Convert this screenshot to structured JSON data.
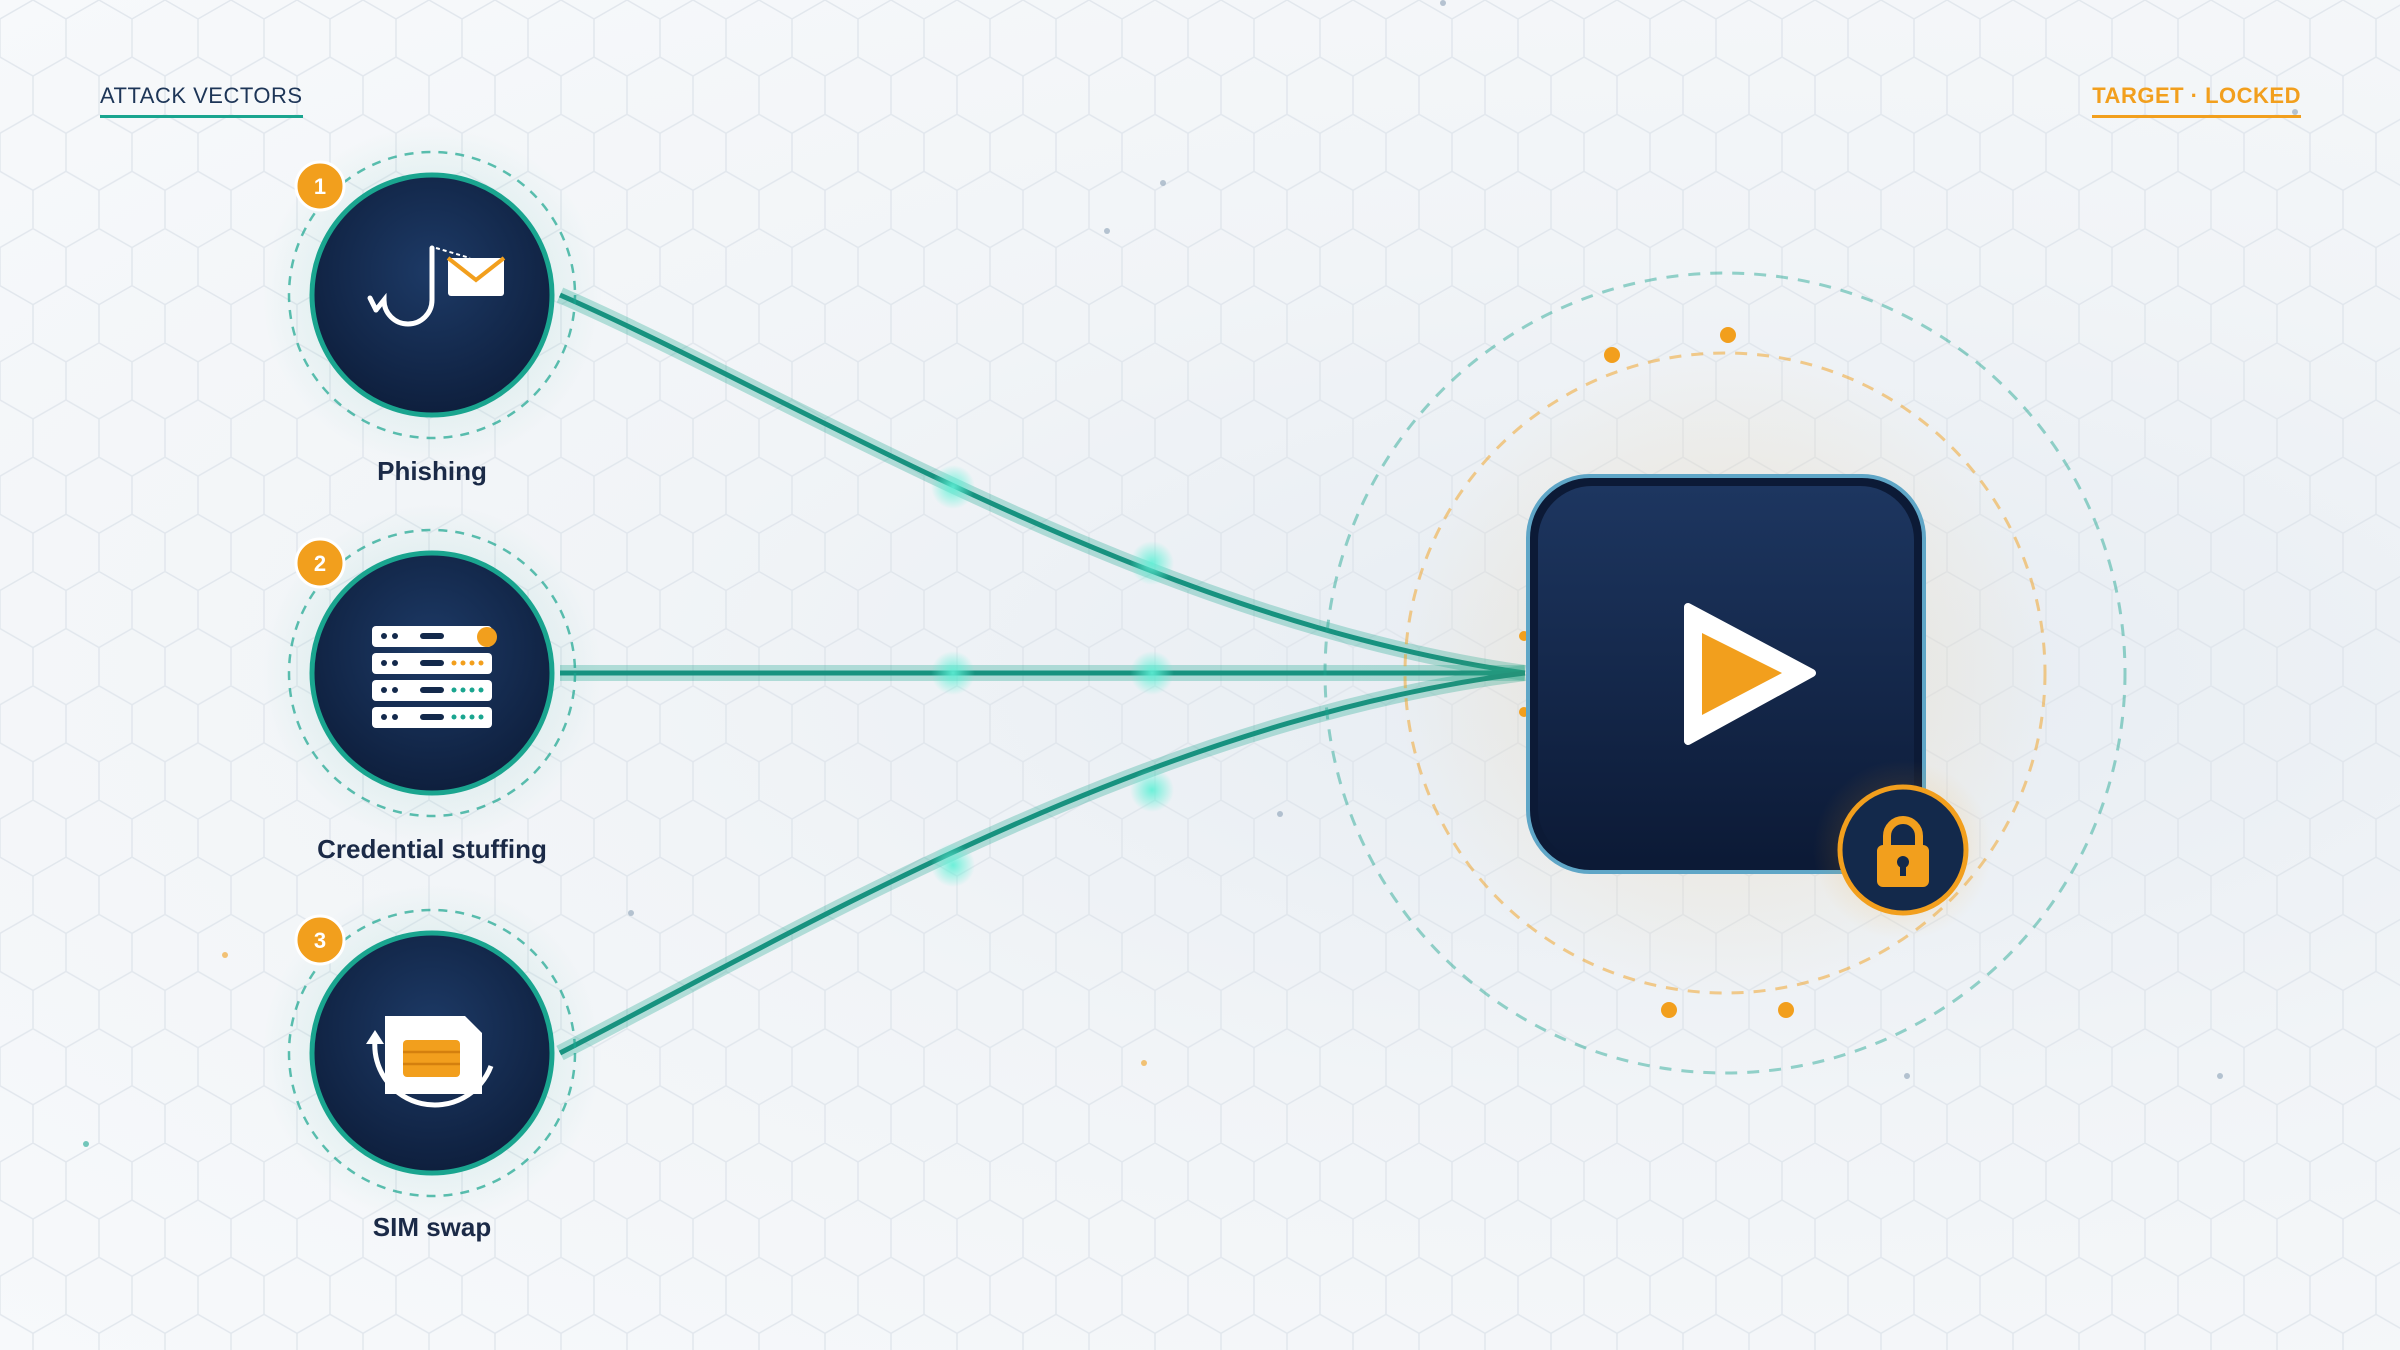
{
  "header": {
    "left_label": "ATTACK VECTORS",
    "right_label": "TARGET · LOCKED"
  },
  "vectors": [
    {
      "number": "1",
      "label": "Phishing",
      "icon": "fishing-hook-envelope-icon"
    },
    {
      "number": "2",
      "label": "Credential stuffing",
      "icon": "server-stack-icon"
    },
    {
      "number": "3",
      "label": "SIM swap",
      "icon": "sim-card-swap-icon"
    }
  ],
  "target": {
    "icon": "play-icon",
    "badge_icon": "padlock-icon"
  },
  "colors": {
    "navy": "#13294b",
    "teal": "#1aa58f",
    "orange": "#f29f1d"
  }
}
